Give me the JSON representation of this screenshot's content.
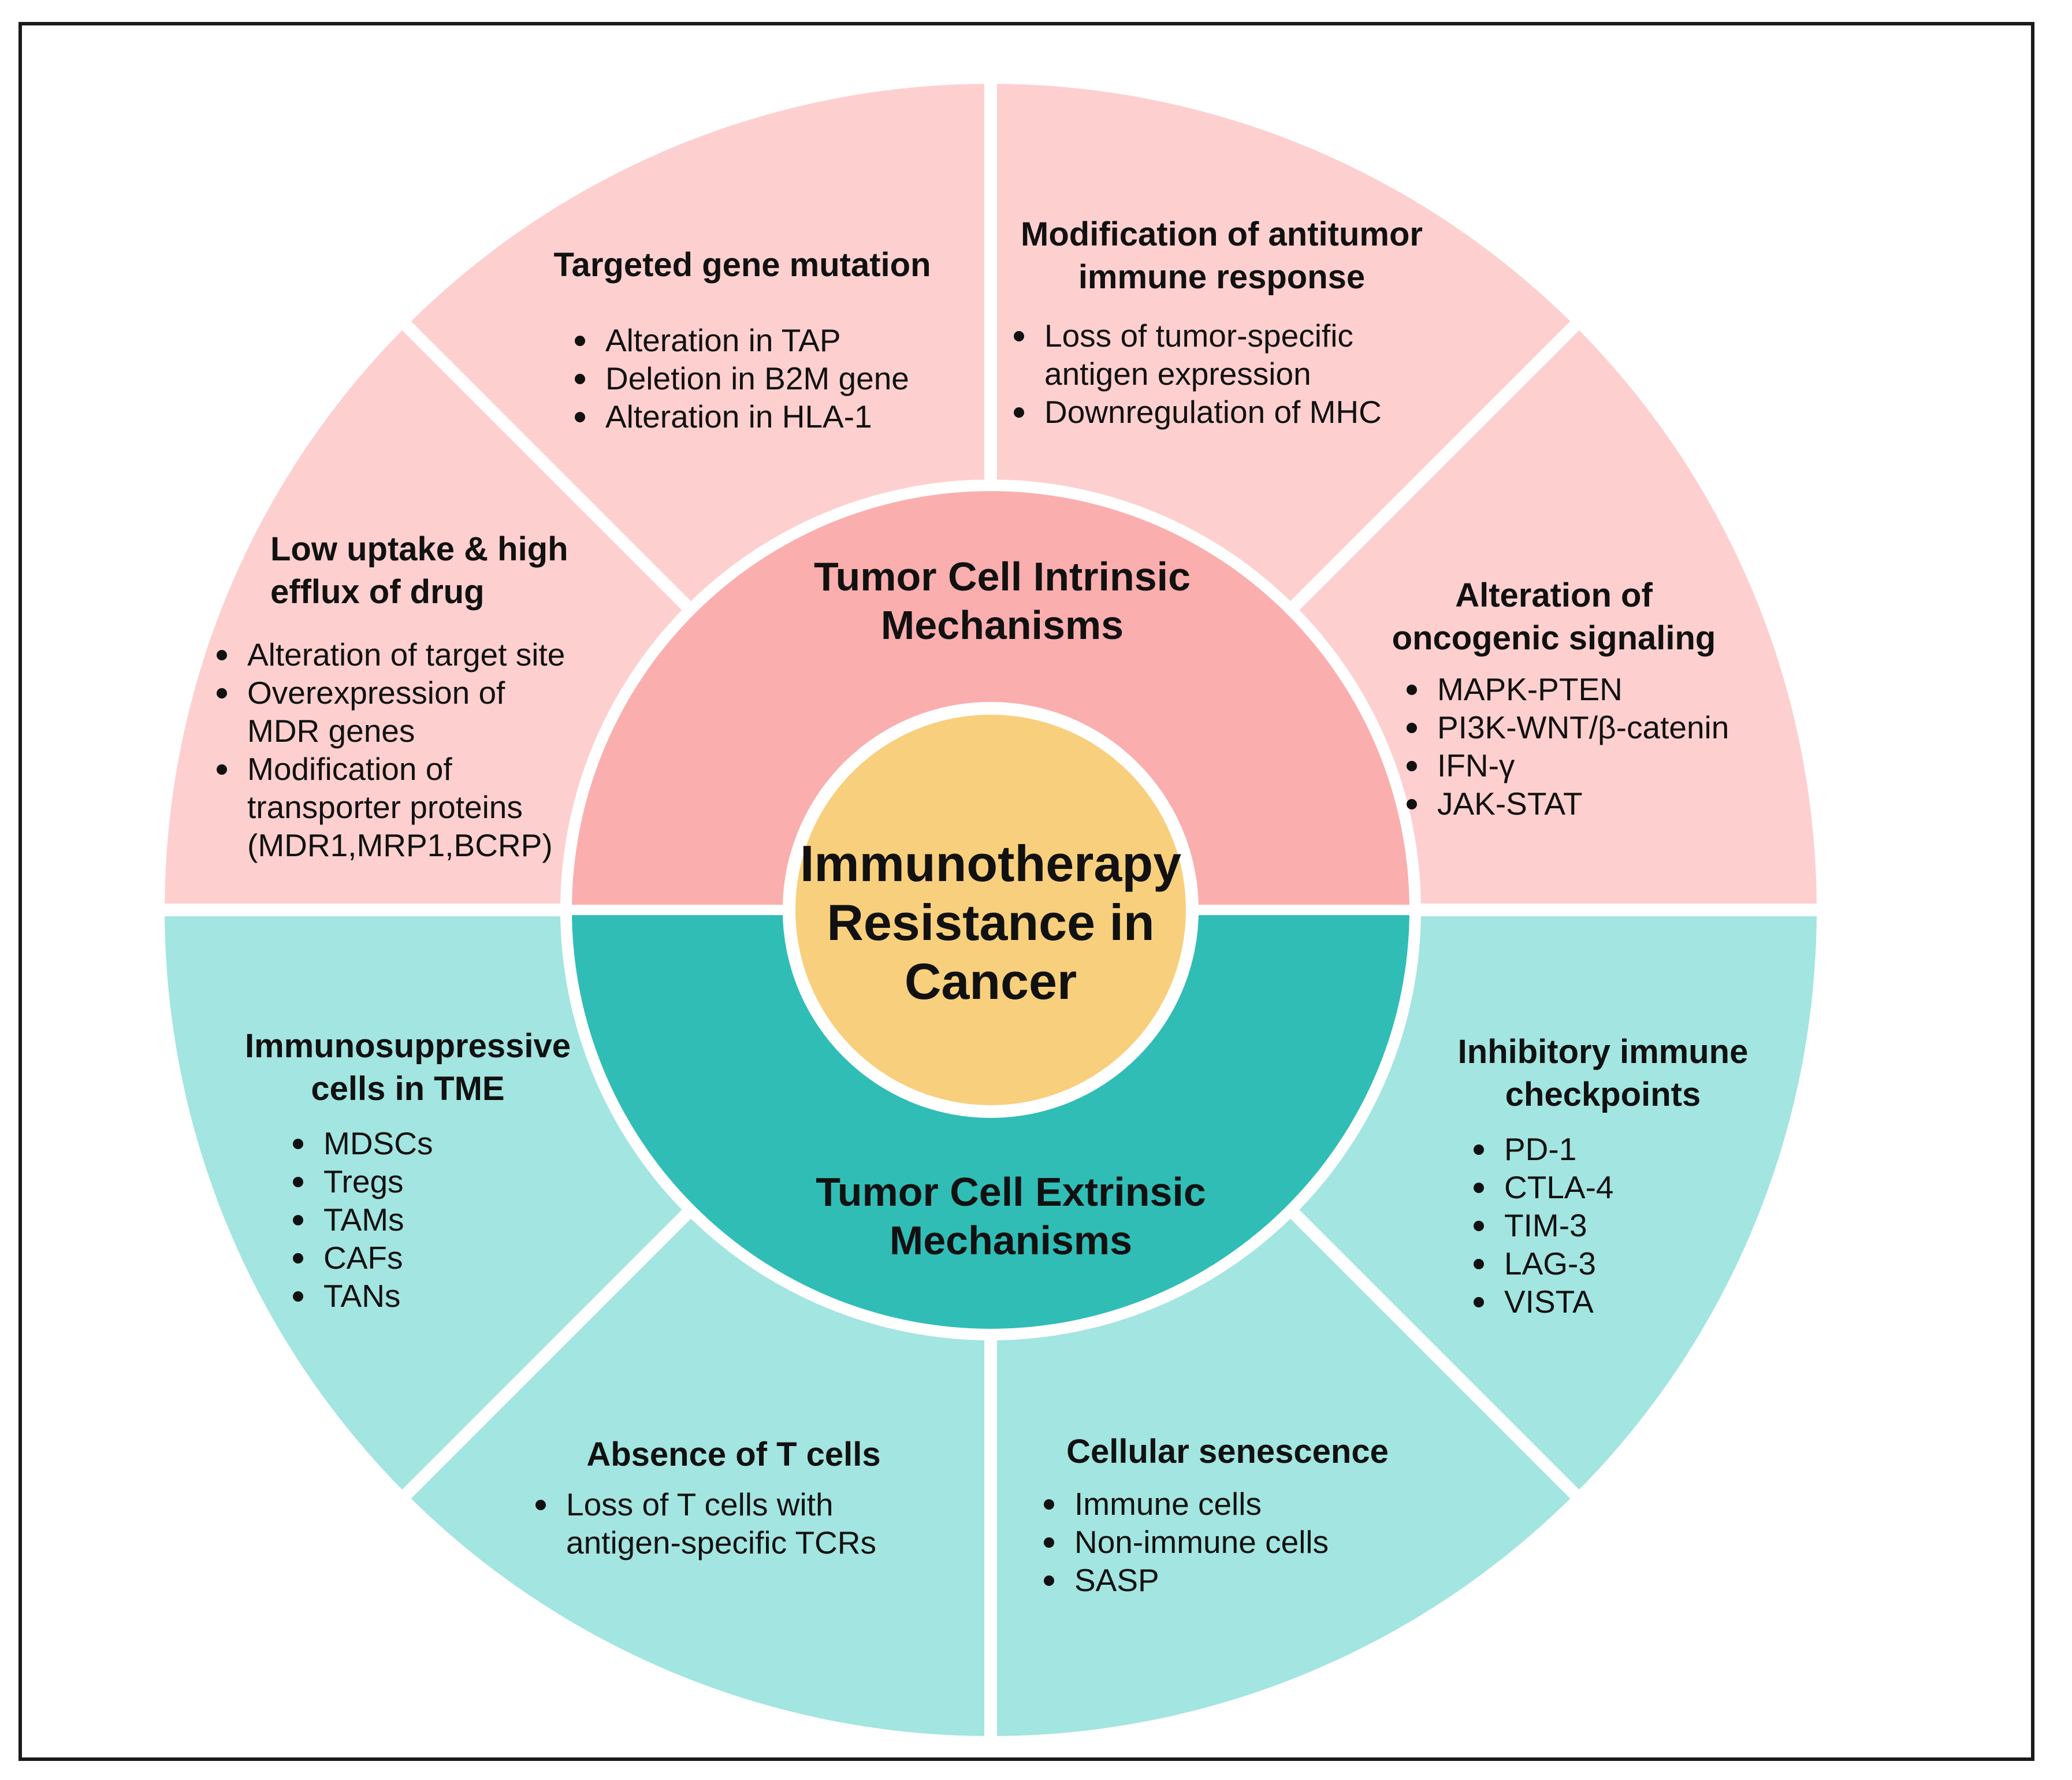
{
  "center": {
    "lines": [
      "Immunotherapy",
      "Resistance in",
      "Cancer"
    ]
  },
  "rings": {
    "intrinsic": {
      "lines": [
        "Tumor Cell Intrinsic",
        "Mechanisms"
      ]
    },
    "extrinsic": {
      "lines": [
        "Tumor Cell Extrinsic",
        "Mechanisms"
      ]
    }
  },
  "segments": [
    {
      "title": [
        "Low uptake & high",
        "efflux of drug"
      ],
      "bullets": [
        [
          "Alteration of target site"
        ],
        [
          "Overexpression of",
          "MDR genes"
        ],
        [
          "Modification of",
          "transporter proteins",
          "(MDR1,MRP1,BCRP)"
        ]
      ]
    },
    {
      "title": [
        "Targeted gene mutation"
      ],
      "bullets": [
        [
          "Alteration in TAP"
        ],
        [
          "Deletion in B2M gene"
        ],
        [
          "Alteration in HLA-1"
        ]
      ]
    },
    {
      "title": [
        "Modification of antitumor",
        "immune  response"
      ],
      "bullets": [
        [
          "Loss of tumor-specific",
          "antigen expression"
        ],
        [
          "Downregulation of MHC"
        ]
      ]
    },
    {
      "title": [
        "Alteration of",
        "oncogenic signaling"
      ],
      "bullets": [
        [
          "MAPK-PTEN"
        ],
        [
          "PI3K-WNT/β-catenin"
        ],
        [
          "IFN-γ"
        ],
        [
          "JAK-STAT"
        ]
      ]
    },
    {
      "title": [
        "Immunosuppressive",
        "cells in TME"
      ],
      "bullets": [
        [
          "MDSCs"
        ],
        [
          "Tregs"
        ],
        [
          "TAMs"
        ],
        [
          "CAFs"
        ],
        [
          "TANs"
        ]
      ]
    },
    {
      "title": [
        "Absence of T cells"
      ],
      "bullets": [
        [
          "Loss of T cells with",
          "antigen-specific TCRs"
        ]
      ]
    },
    {
      "title": [
        "Cellular senescence"
      ],
      "bullets": [
        [
          "Immune cells"
        ],
        [
          "Non-immune cells"
        ],
        [
          "SASP"
        ]
      ]
    },
    {
      "title": [
        "Inhibitory immune",
        "checkpoints"
      ],
      "bullets": [
        [
          "PD-1"
        ],
        [
          "CTLA-4"
        ],
        [
          "TIM-3"
        ],
        [
          "LAG-3"
        ],
        [
          "VISTA"
        ]
      ]
    }
  ],
  "colors": {
    "intrinsic_outer": "#fdd0cf",
    "intrinsic_ring": "#fbaeae",
    "extrinsic_outer": "#a3e5e0",
    "extrinsic_ring": "#30bdb6",
    "center_fill": "#f8cf7c",
    "border": "#1a1a1a"
  }
}
